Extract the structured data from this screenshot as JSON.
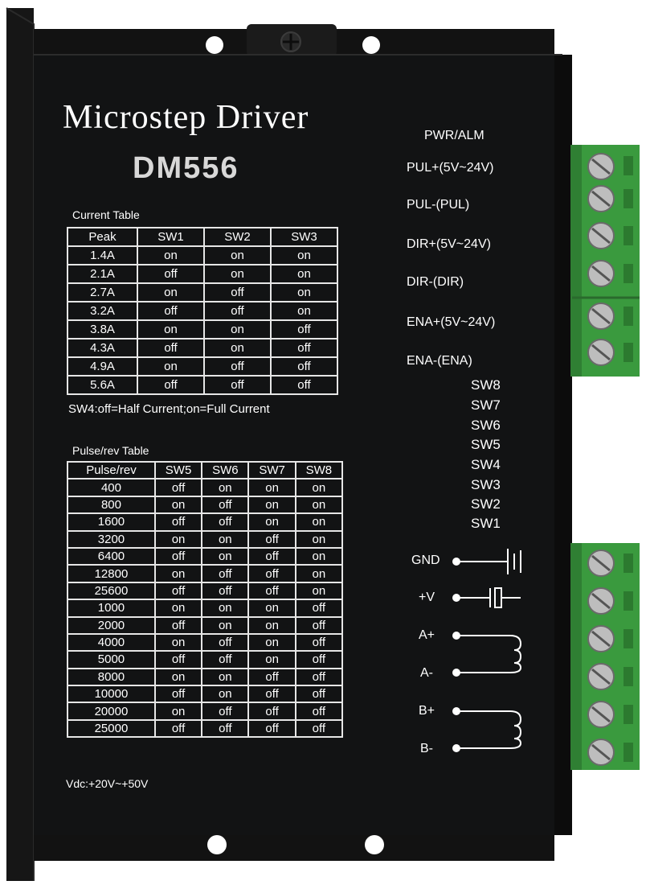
{
  "device": {
    "title": "Microstep Driver",
    "model": "DM556"
  },
  "current_table": {
    "title": "Current Table",
    "headers": [
      "Peak",
      "SW1",
      "SW2",
      "SW3"
    ],
    "rows": [
      [
        "1.4A",
        "on",
        "on",
        "on"
      ],
      [
        "2.1A",
        "off",
        "on",
        "on"
      ],
      [
        "2.7A",
        "on",
        "off",
        "on"
      ],
      [
        "3.2A",
        "off",
        "off",
        "on"
      ],
      [
        "3.8A",
        "on",
        "on",
        "off"
      ],
      [
        "4.3A",
        "off",
        "on",
        "off"
      ],
      [
        "4.9A",
        "on",
        "off",
        "off"
      ],
      [
        "5.6A",
        "off",
        "off",
        "off"
      ]
    ],
    "note": "SW4:off=Half Current;on=Full Current"
  },
  "pulse_table": {
    "title": "Pulse/rev Table",
    "headers": [
      "Pulse/rev",
      "SW5",
      "SW6",
      "SW7",
      "SW8"
    ],
    "rows": [
      [
        "400",
        "off",
        "on",
        "on",
        "on"
      ],
      [
        "800",
        "on",
        "off",
        "on",
        "on"
      ],
      [
        "1600",
        "off",
        "off",
        "on",
        "on"
      ],
      [
        "3200",
        "on",
        "on",
        "off",
        "on"
      ],
      [
        "6400",
        "off",
        "on",
        "off",
        "on"
      ],
      [
        "12800",
        "on",
        "off",
        "off",
        "on"
      ],
      [
        "25600",
        "off",
        "off",
        "off",
        "on"
      ],
      [
        "1000",
        "on",
        "on",
        "on",
        "off"
      ],
      [
        "2000",
        "off",
        "on",
        "on",
        "off"
      ],
      [
        "4000",
        "on",
        "off",
        "on",
        "off"
      ],
      [
        "5000",
        "off",
        "off",
        "on",
        "off"
      ],
      [
        "8000",
        "on",
        "on",
        "off",
        "off"
      ],
      [
        "10000",
        "off",
        "on",
        "off",
        "off"
      ],
      [
        "20000",
        "on",
        "off",
        "off",
        "off"
      ],
      [
        "25000",
        "off",
        "off",
        "off",
        "off"
      ]
    ]
  },
  "supply": "Vdc:+20V~+50V",
  "signal_labels": {
    "pwr_alm": "PWR/ALM",
    "pul_plus": "PUL+(5V~24V)",
    "pul_minus": "PUL-(PUL)",
    "dir_plus": "DIR+(5V~24V)",
    "dir_minus": "DIR-(DIR)",
    "ena_plus": "ENA+(5V~24V)",
    "ena_minus": "ENA-(ENA)"
  },
  "switches": [
    "SW8",
    "SW7",
    "SW6",
    "SW5",
    "SW4",
    "SW3",
    "SW2",
    "SW1"
  ],
  "power_labels": {
    "gnd": "GND",
    "vplus": "+V",
    "a_plus": "A+",
    "a_minus": "A-",
    "b_plus": "B+",
    "b_minus": "B-"
  },
  "colors": {
    "panel": "#111213",
    "terminal": "#3a9a3e",
    "screw": "#b9b9b9",
    "text": "#ffffff"
  }
}
